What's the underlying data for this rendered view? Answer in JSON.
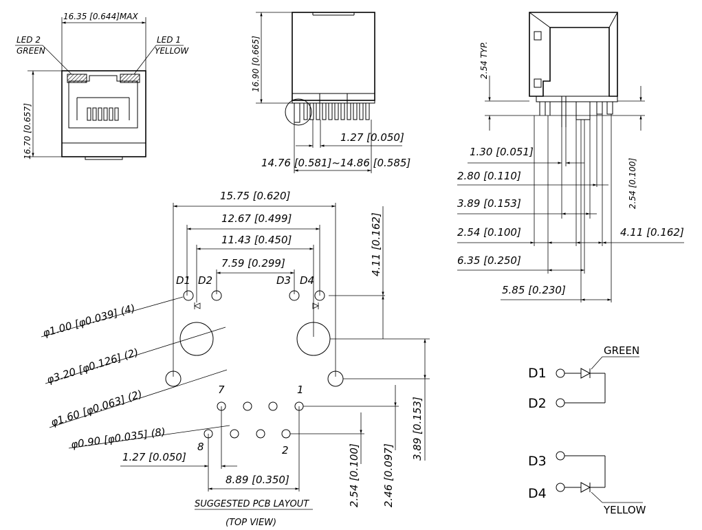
{
  "front_view": {
    "width_dim": "16.35 [0.644]MAX",
    "height_dim": "16.70 [0.657]",
    "led2_label": "LED 2",
    "led2_color": "GREEN",
    "led1_label": "LED 1",
    "led1_color": "YELLOW"
  },
  "side_view": {
    "height_dim": "16.90 [0.665]",
    "pitch_dim": "1.27 [0.050]",
    "width_dim": "14.76 [0.581]~14.86 [0.585]"
  },
  "right_view": {
    "typ_dim": "2.54 TYP.",
    "d_130": "1.30 [0.051]",
    "d_280": "2.80 [0.110]",
    "d_389": "3.89 [0.153]",
    "d_254": "2.54 [0.100]",
    "d_635": "6.35 [0.250]",
    "d_585": "5.85 [0.230]",
    "d_411": "4.11 [0.162]",
    "d_254v": "2.54 [0.100]"
  },
  "pcb_layout": {
    "d_1575": "15.75 [0.620]",
    "d_1267": "12.67 [0.499]",
    "d_1143": "11.43 [0.450]",
    "d_759": "7.59 [0.299]",
    "d_411": "4.11 [0.162]",
    "led_d1": "D1",
    "led_d2": "D2",
    "led_d3": "D3",
    "led_d4": "D4",
    "hole_100": "φ1.00 [φ0.039] (4)",
    "hole_320": "φ3.20 [φ0.126] (2)",
    "hole_160": "φ1.60 [φ0.063] (2)",
    "hole_090": "φ0.90 [φ0.035] (8)",
    "pin7": "7",
    "pin1": "1",
    "pin8": "8",
    "pin2": "2",
    "d_127": "1.27 [0.050]",
    "d_889": "8.89 [0.350]",
    "d_254": "2.54 [0.100]",
    "d_246": "2.46 [0.097]",
    "d_389": "3.89 [0.153]",
    "caption": "SUGGESTED PCB LAYOUT",
    "subcaption": "(TOP VIEW)"
  },
  "schematic": {
    "d1": "D1",
    "d2": "D2",
    "d3": "D3",
    "d4": "D4",
    "green": "GREEN",
    "yellow": "YELLOW"
  }
}
